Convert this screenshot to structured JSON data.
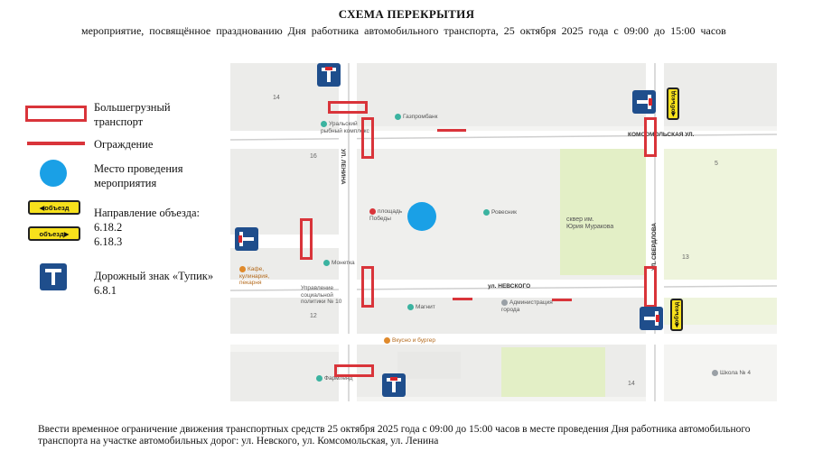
{
  "title": "СХЕМА ПЕРЕКРЫТИЯ",
  "subtitle": "мероприятие, посвящённое празднованию Дня работника автомобильного транспорта, 25 октября 2025 года с 09:00 до 15:00 часов",
  "legend": {
    "heavy_transport": "Большегрузный\nтранспорт",
    "fence": "Ограждение",
    "event_place": "Место проведения\nмероприятия",
    "detour": "Направление объезда:\n6.18.2\n6.18.3",
    "dead_end": "Дорожный знак «Тупик»\n6.8.1"
  },
  "detour_sign_text": "объезд",
  "streets": {
    "lenina": "УЛ. ЛЕНИНА",
    "komsomolskaya": "КОМСОМОЛЬСКАЯ УЛ.",
    "nevskogo": "ул. НЕВСКОГО",
    "sverdlova": "УЛ. СВЕРДЛОВА"
  },
  "pois": {
    "ural_bank": "Уральский\nрыбный комплекс",
    "gazprombank": "Газпромбанк",
    "square": "площадь\nПобеды",
    "rovesnik": "Ровесник",
    "park": "сквер им.\nЮрия Муракова",
    "cafe": "Кафе,\nкулинария,\nпекарня",
    "moneka": "Монетка",
    "social": "Управление\nсоциальной\nполитики № 10",
    "magnit": "Магнит",
    "admin": "Администрация\nгорода",
    "burger": "Вкусно и бургер",
    "pharmacy": "Фармленд",
    "school": "Школа № 4"
  },
  "block_numbers": [
    "14",
    "12",
    "16",
    "5",
    "13",
    "14"
  ],
  "footer": "Ввести временное ограничение движения транспортных средств 25 октября 2025 года с 09:00 до 15:00 часов в месте проведения Дня работника автомобильного транспорта на участке автомобильных дорог: ул. Невского, ул. Комсомольская, ул. Ленина",
  "colors": {
    "barrier_red": "#d9343a",
    "event_blue": "#1aa0e6",
    "sign_blue": "#1f4e8c",
    "detour_yellow": "#f7e11c",
    "park_green": "#e3efc6"
  }
}
